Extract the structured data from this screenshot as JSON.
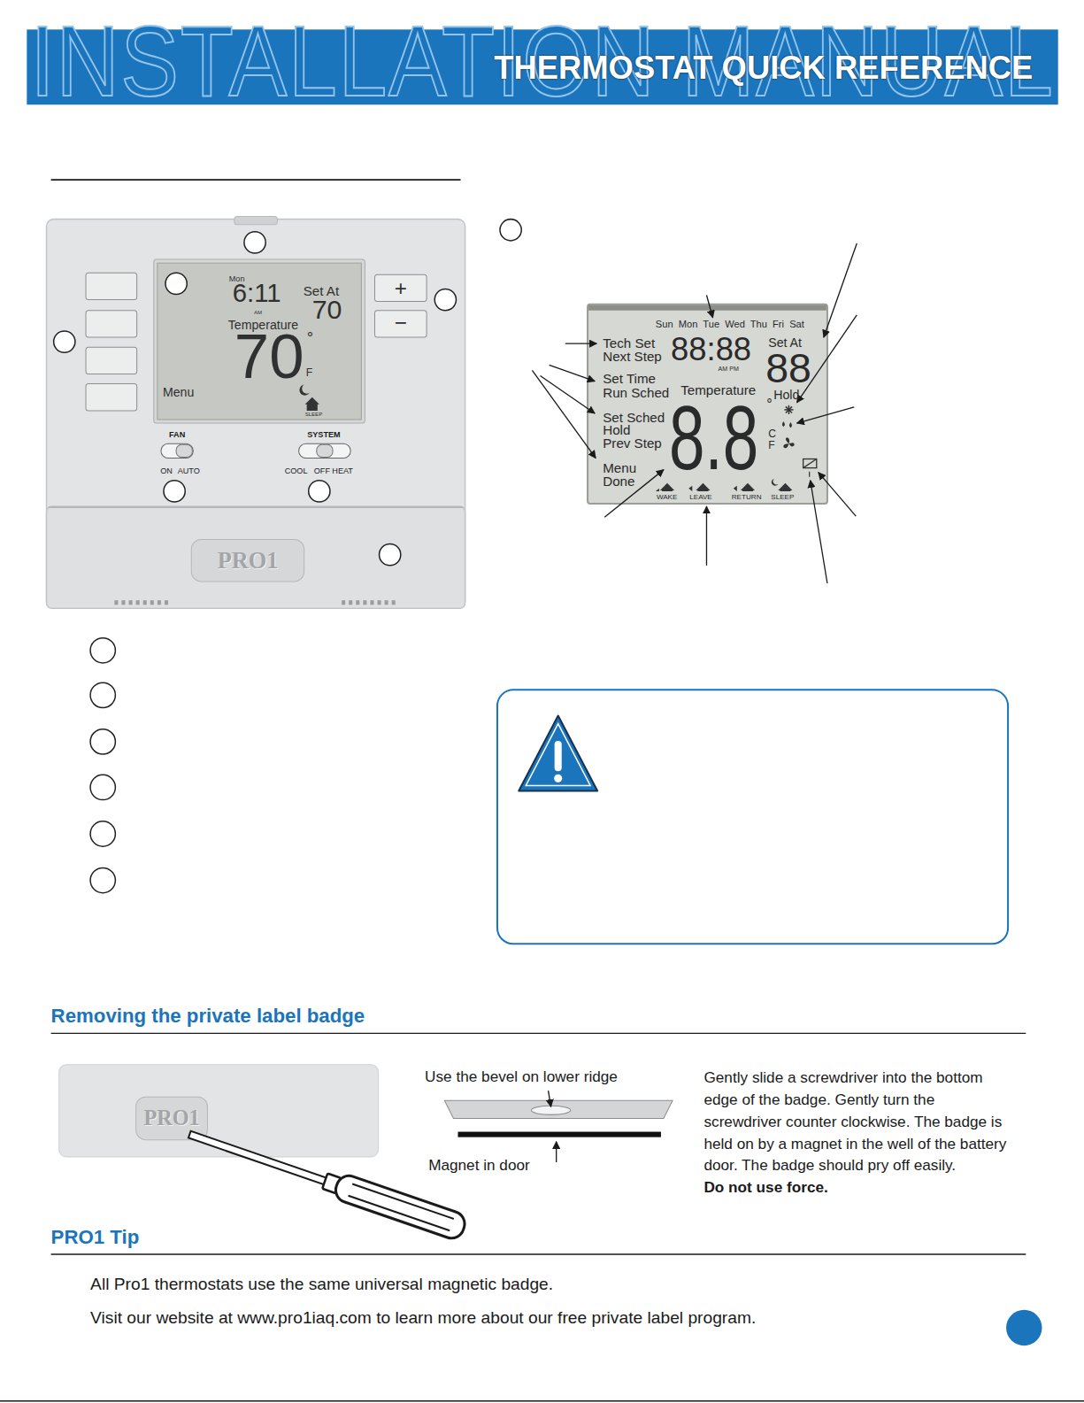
{
  "diagram": {
    "nodes": [
      {
        "text": [
          "INSTALLATION MANUAL",
          "THERMOSTAT QUICK REFERENCE"
        ]
      }
    ],
    "labels": [
      "Mon",
      "6:11",
      "AM",
      "Set At",
      "70",
      "Temperature",
      "70",
      "°",
      "F",
      "Menu",
      "SLEEP",
      "+",
      "−",
      "FAN",
      "ON",
      "AUTO",
      "SYSTEM",
      "COOL",
      "OFF",
      "HEAT",
      "PRO1",
      "Sun Mon Tue Wed Thu Fri Sat",
      "Tech Set",
      "Next Step",
      "88:88",
      "AM PM",
      "Set At",
      "88",
      "Set Time",
      "Run Sched",
      "Temperature",
      "Hold",
      "Set Sched",
      "Hold",
      "Prev Step",
      "8.8",
      "°",
      "C",
      "F",
      "Menu",
      "Done",
      "WAKE",
      "LEAVE",
      "RETURN",
      "SLEEP",
      "Removing the private label badge",
      "PRO1",
      "Use the bevel on lower ridge",
      "Magnet in door",
      "Gently slide a screwdriver into the bottom edge of the badge. Gently turn the screwdriver counter clockwise. The badge is held on by a magnet in the well of the battery door. The badge should pry off easily.",
      "Do not use force.",
      "PRO1 Tip",
      "All Pro1 thermostats use the same universal magnetic badge.",
      "Visit our website at www.pro1iaq.com to learn more about our free private label program."
    ]
  }
}
